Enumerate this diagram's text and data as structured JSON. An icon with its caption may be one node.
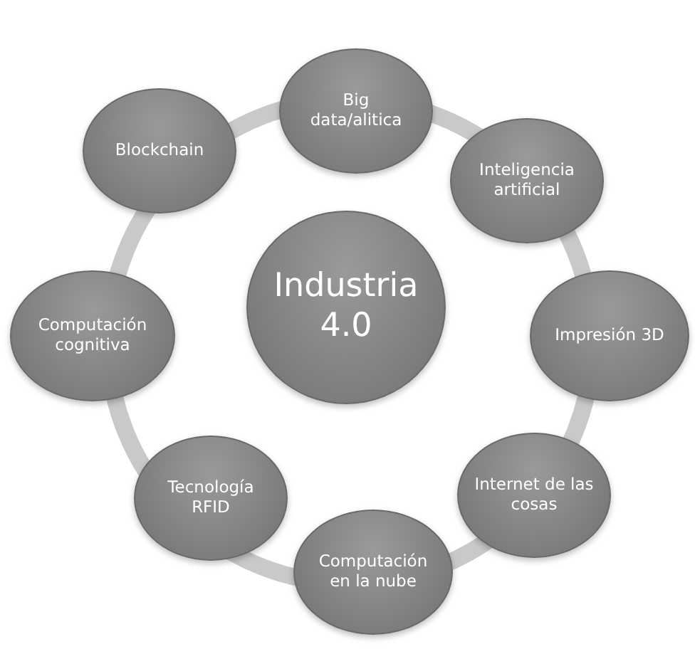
{
  "diagram": {
    "nodes": [
      {
        "text": [
          "Industria 4.0"
        ]
      },
      {
        "text": [
          "Big data/alitica"
        ]
      },
      {
        "text": [
          "Inteligencia artificial"
        ]
      },
      {
        "text": [
          "Impresión 3D"
        ]
      },
      {
        "text": [
          "Internet de las cosas"
        ]
      },
      {
        "text": [
          "Computación en la nube"
        ]
      },
      {
        "text": [
          "Tecnología RFID"
        ]
      },
      {
        "text": [
          "Computación cognitiva"
        ]
      },
      {
        "text": [
          "Blockchain"
        ]
      }
    ]
  }
}
